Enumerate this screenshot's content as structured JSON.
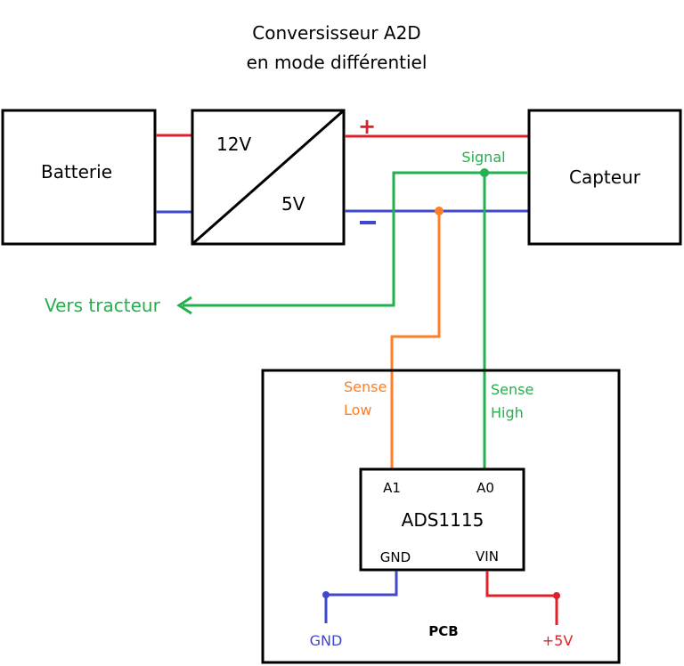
{
  "title": {
    "line1": "Conversisseur A2D",
    "line2": "en mode différentiel"
  },
  "blocks": {
    "battery": "Batterie",
    "converter_in": "12V",
    "converter_out": "5V",
    "sensor": "Capteur",
    "adc": "ADS1115",
    "pcb": "PCB"
  },
  "rails": {
    "plus": "+",
    "minus": "−"
  },
  "labels": {
    "signal": "Signal",
    "tractor": "Vers tracteur",
    "sense_low_1": "Sense",
    "sense_low_2": "Low",
    "sense_high_1": "Sense",
    "sense_high_2": "High",
    "pin_a1": "A1",
    "pin_a0": "A0",
    "pin_gnd": "GND",
    "pin_vin": "VIN",
    "gnd": "GND",
    "plus5v": "+5V"
  },
  "colors": {
    "positive": "#e0202a",
    "negative": "#3f48cc",
    "signal": "#22b14c",
    "sense_low": "#ff7f27",
    "outline": "#000000"
  }
}
